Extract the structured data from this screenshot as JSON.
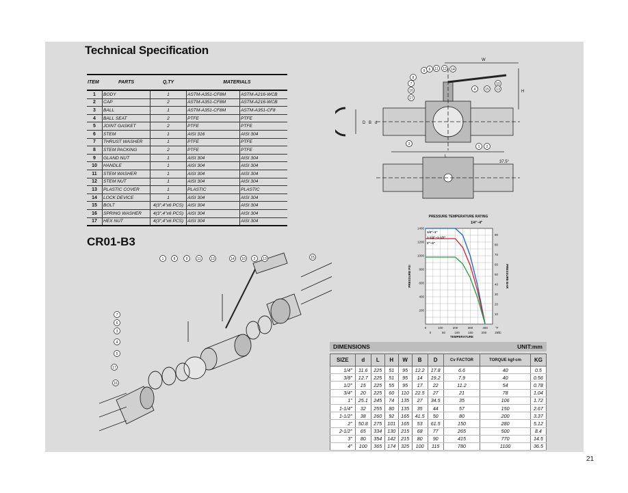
{
  "title": "Technical Specification",
  "model": "CR01-B3",
  "page_number": "21",
  "parts_table": {
    "headers": [
      "ITEM",
      "PARTS",
      "Q,TY",
      "MATERIALS"
    ],
    "rows": [
      {
        "no": "1",
        "part": "BODY",
        "qty": "1",
        "m1": "ASTM-A351-CF8M",
        "m2": "ASTM-A216-WCB"
      },
      {
        "no": "2",
        "part": "CAP",
        "qty": "2",
        "m1": "ASTM-A351-CF8M",
        "m2": "ASTM-A216-WCB"
      },
      {
        "no": "3",
        "part": "BALL",
        "qty": "1",
        "m1": "ASTM-A351-CF8M",
        "m2": "ASTM-A351-CF8"
      },
      {
        "no": "4",
        "part": "BALL SEAT",
        "qty": "2",
        "m1": "PTFE",
        "m2": "PTFE"
      },
      {
        "no": "5",
        "part": "JOINT GASKET",
        "qty": "2",
        "m1": "PTFE",
        "m2": "PTFE"
      },
      {
        "no": "6",
        "part": "STEM",
        "qty": "1",
        "m1": "AISI 316",
        "m2": "AISI 304"
      },
      {
        "no": "7",
        "part": "THRUST WASHER",
        "qty": "1",
        "m1": "PTFE",
        "m2": "PTFE"
      },
      {
        "no": "8",
        "part": "STEM PACKING",
        "qty": "2",
        "m1": "PTFE",
        "m2": "PTFE"
      },
      {
        "no": "9",
        "part": "GLAND NUT",
        "qty": "1",
        "m1": "AISI 304",
        "m2": "AISI 304"
      },
      {
        "no": "10",
        "part": "HANDLE",
        "qty": "1",
        "m1": "AISI 304",
        "m2": "AISI 304"
      },
      {
        "no": "11",
        "part": "STEM WASHER",
        "qty": "1",
        "m1": "AISI 304",
        "m2": "AISI 304"
      },
      {
        "no": "12",
        "part": "STEM NUT",
        "qty": "1",
        "m1": "AISI 304",
        "m2": "AISI 304"
      },
      {
        "no": "13",
        "part": "PLASTIC COVER",
        "qty": "1",
        "m1": "PLASTIC",
        "m2": "PLASTIC"
      },
      {
        "no": "14",
        "part": "LOCK DEVICE",
        "qty": "1",
        "m1": "AISI 304",
        "m2": "AISI 304"
      },
      {
        "no": "15",
        "part": "BOLT",
        "qty": "4(3\",4\"x6 PCS)",
        "m1": "AISI 304",
        "m2": "AISI 304"
      },
      {
        "no": "16",
        "part": "SPRING WASHER",
        "qty": "4(3\",4\"x6 PCS)",
        "m1": "AISI 304",
        "m2": "AISI 304"
      },
      {
        "no": "17",
        "part": "HEX NUT",
        "qty": "4(3\",4\"x6 PCS)",
        "m1": "AISI 304",
        "m2": "AISI 304"
      }
    ]
  },
  "dimensions": {
    "title": "DIMENSIONS",
    "unit": "UNIT:mm",
    "headers": [
      "SIZE",
      "d",
      "L",
      "H",
      "W",
      "B",
      "D",
      "Cv FACTOR",
      "TORQUE kgf-cm",
      "KG"
    ],
    "rows": [
      [
        "1/4\"",
        "11.6",
        "225",
        "51",
        "95",
        "12.2",
        "17.8",
        "6.6",
        "40",
        "0.5"
      ],
      [
        "3/8\"",
        "12.7",
        "225",
        "51",
        "95",
        "14",
        "19.2",
        "7.9",
        "40",
        "0.56"
      ],
      [
        "1/2\"",
        "15",
        "225",
        "55",
        "95",
        "17",
        "22",
        "11.2",
        "54",
        "0.78"
      ],
      [
        "3/4\"",
        "20",
        "225",
        "60",
        "110",
        "22.5",
        "27",
        "21",
        "78",
        "1.04"
      ],
      [
        "1\"",
        "25.1",
        "245",
        "74",
        "135",
        "27",
        "34.5",
        "35",
        "106",
        "1.72"
      ],
      [
        "1-1/4\"",
        "32",
        "255",
        "80",
        "135",
        "35",
        "44",
        "57",
        "150",
        "2.67"
      ],
      [
        "1-1/2\"",
        "38",
        "260",
        "92",
        "165",
        "41.5",
        "50",
        "80",
        "200",
        "3.37"
      ],
      [
        "2\"",
        "50.8",
        "275",
        "101",
        "165",
        "53",
        "61.5",
        "150",
        "280",
        "5.12"
      ],
      [
        "2-1/2\"",
        "65",
        "334",
        "130",
        "215",
        "68",
        "77",
        "265",
        "500",
        "8.4"
      ],
      [
        "3\"",
        "80",
        "354",
        "142",
        "215",
        "80",
        "90",
        "415",
        "770",
        "14.5"
      ],
      [
        "4\"",
        "100",
        "365",
        "174",
        "325",
        "100",
        "115",
        "780",
        "1100",
        "36.5"
      ]
    ]
  },
  "drawing_labels": {
    "W": "W",
    "H": "H",
    "D": "D",
    "B": "B",
    "d": "d",
    "L": "L",
    "angle": "37.5°",
    "top_callouts": [
      "9",
      "6",
      "11",
      "12",
      "14",
      "8",
      "7",
      "16",
      "17",
      "4",
      "15",
      "10",
      "13",
      "3",
      "1",
      "2"
    ],
    "exploded_callouts": [
      "1",
      "8",
      "9",
      "11",
      "12",
      "14",
      "10",
      "2",
      "13",
      "15",
      "7",
      "6",
      "3",
      "4",
      "5",
      "17",
      "16"
    ]
  },
  "chart_data": {
    "type": "line",
    "title": "PRESSURE TEMPERATURE RATING",
    "subtitle": "1/4\"~4\"",
    "ylabel": "PRESSURE PSI",
    "y2label": "PRESSURE BAR",
    "xlabel": "TEMPERATURE",
    "x_unit_f": "°F",
    "x_unit_c": "°C",
    "ylim": [
      0,
      1400
    ],
    "xlim_f": [
      0,
      450
    ],
    "y_ticks": [
      "1400",
      "1200",
      "1000",
      "800",
      "600",
      "400",
      "200"
    ],
    "y2_ticks": [
      "90",
      "80",
      "70",
      "60",
      "50",
      "40",
      "30",
      "20",
      "10"
    ],
    "x_ticks_f": [
      "0",
      "100",
      "200",
      "300",
      "400"
    ],
    "x_ticks_c": [
      "0",
      "50",
      "100",
      "150",
      "200",
      "250"
    ],
    "series": [
      {
        "name": "1/4\"~1\"",
        "color": "#1a5fd0",
        "x": [
          0,
          100,
          200,
          250,
          300,
          350,
          400
        ],
        "y": [
          1450,
          1450,
          1450,
          1300,
          1000,
          560,
          0
        ]
      },
      {
        "name": "1-1/4\"~1-1/2\"",
        "color": "#d21f2a",
        "x": [
          0,
          100,
          200,
          250,
          300,
          350,
          400
        ],
        "y": [
          1250,
          1250,
          1250,
          1120,
          860,
          480,
          0
        ]
      },
      {
        "name": "2\"~4\"",
        "color": "#1f9a45",
        "x": [
          0,
          100,
          200,
          250,
          300,
          350,
          400
        ],
        "y": [
          980,
          980,
          980,
          880,
          680,
          380,
          0
        ]
      }
    ]
  }
}
